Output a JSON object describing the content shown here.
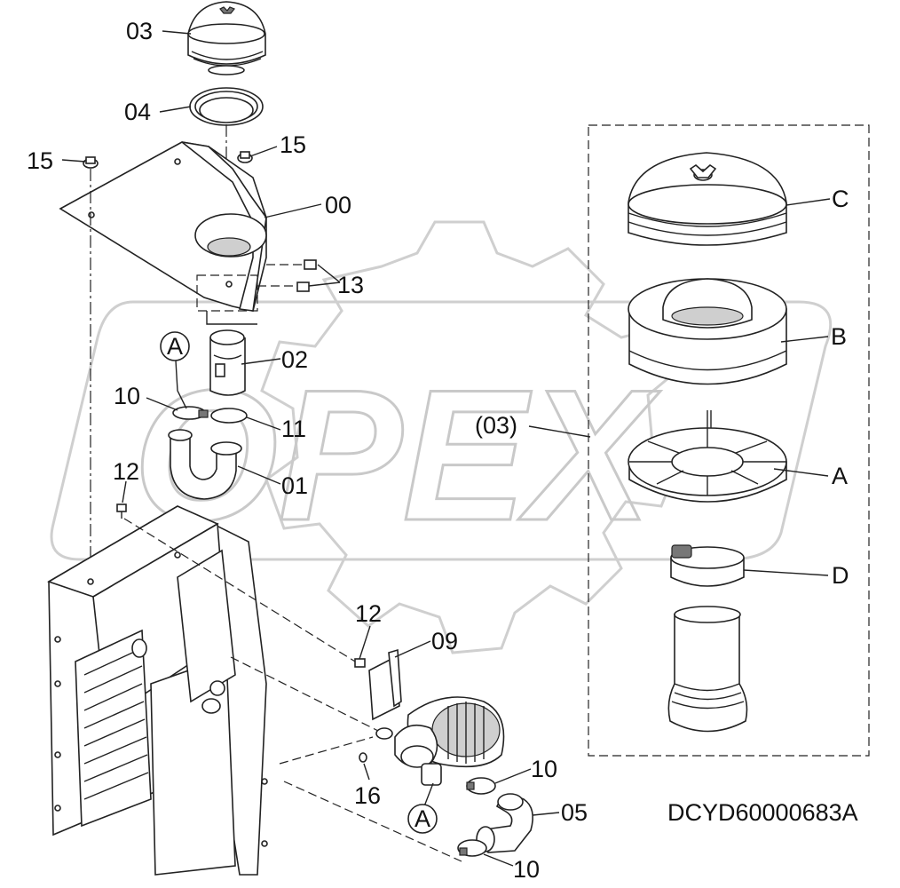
{
  "watermark": {
    "text": "OPEX"
  },
  "drawing_code": "DCYD60000683A",
  "detail_ref": "(03)",
  "callouts": {
    "c03": "03",
    "c04": "04",
    "c15a": "15",
    "c15b": "15",
    "c00": "00",
    "c13": "13",
    "c02": "02",
    "cA1": "A",
    "c10a": "10",
    "c11": "11",
    "c01": "01",
    "c12a": "12",
    "c12b": "12",
    "c09": "09",
    "c16": "16",
    "c10b": "10",
    "c05": "05",
    "c10c": "10",
    "cA2": "A"
  },
  "detail_labels": {
    "C": "C",
    "B": "B",
    "A": "A",
    "D": "D"
  }
}
